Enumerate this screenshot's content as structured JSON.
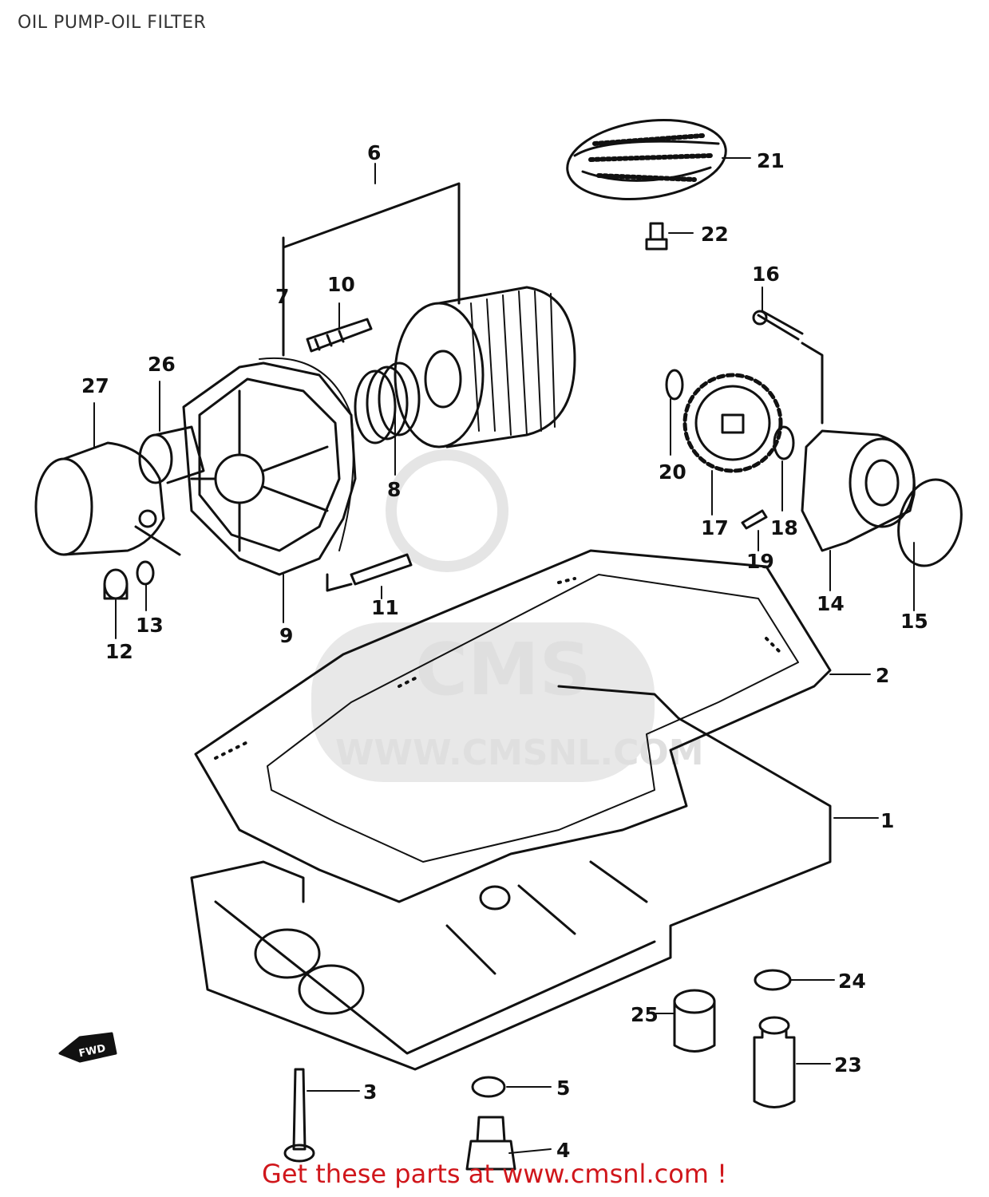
{
  "title": "OIL PUMP-OIL FILTER",
  "footer": "Get these parts at www.cmsnl.com !",
  "watermark": {
    "brand": "CMS",
    "url": "WWW.CMSNL.COM"
  },
  "fwd_label": "FWD",
  "callouts": {
    "c1": "1",
    "c2": "2",
    "c3": "3",
    "c4": "4",
    "c5": "5",
    "c6": "6",
    "c7": "7",
    "c8": "8",
    "c9": "9",
    "c10": "10",
    "c11": "11",
    "c12": "12",
    "c13": "13",
    "c14": "14",
    "c15": "15",
    "c16": "16",
    "c17": "17",
    "c18": "18",
    "c19": "19",
    "c20": "20",
    "c21": "21",
    "c22": "22",
    "c23": "23",
    "c24": "24",
    "c25": "25",
    "c26": "26",
    "c27": "27"
  },
  "colors": {
    "line": "#111111",
    "footer": "#d0161b",
    "watermark": "#dcdcdc"
  }
}
